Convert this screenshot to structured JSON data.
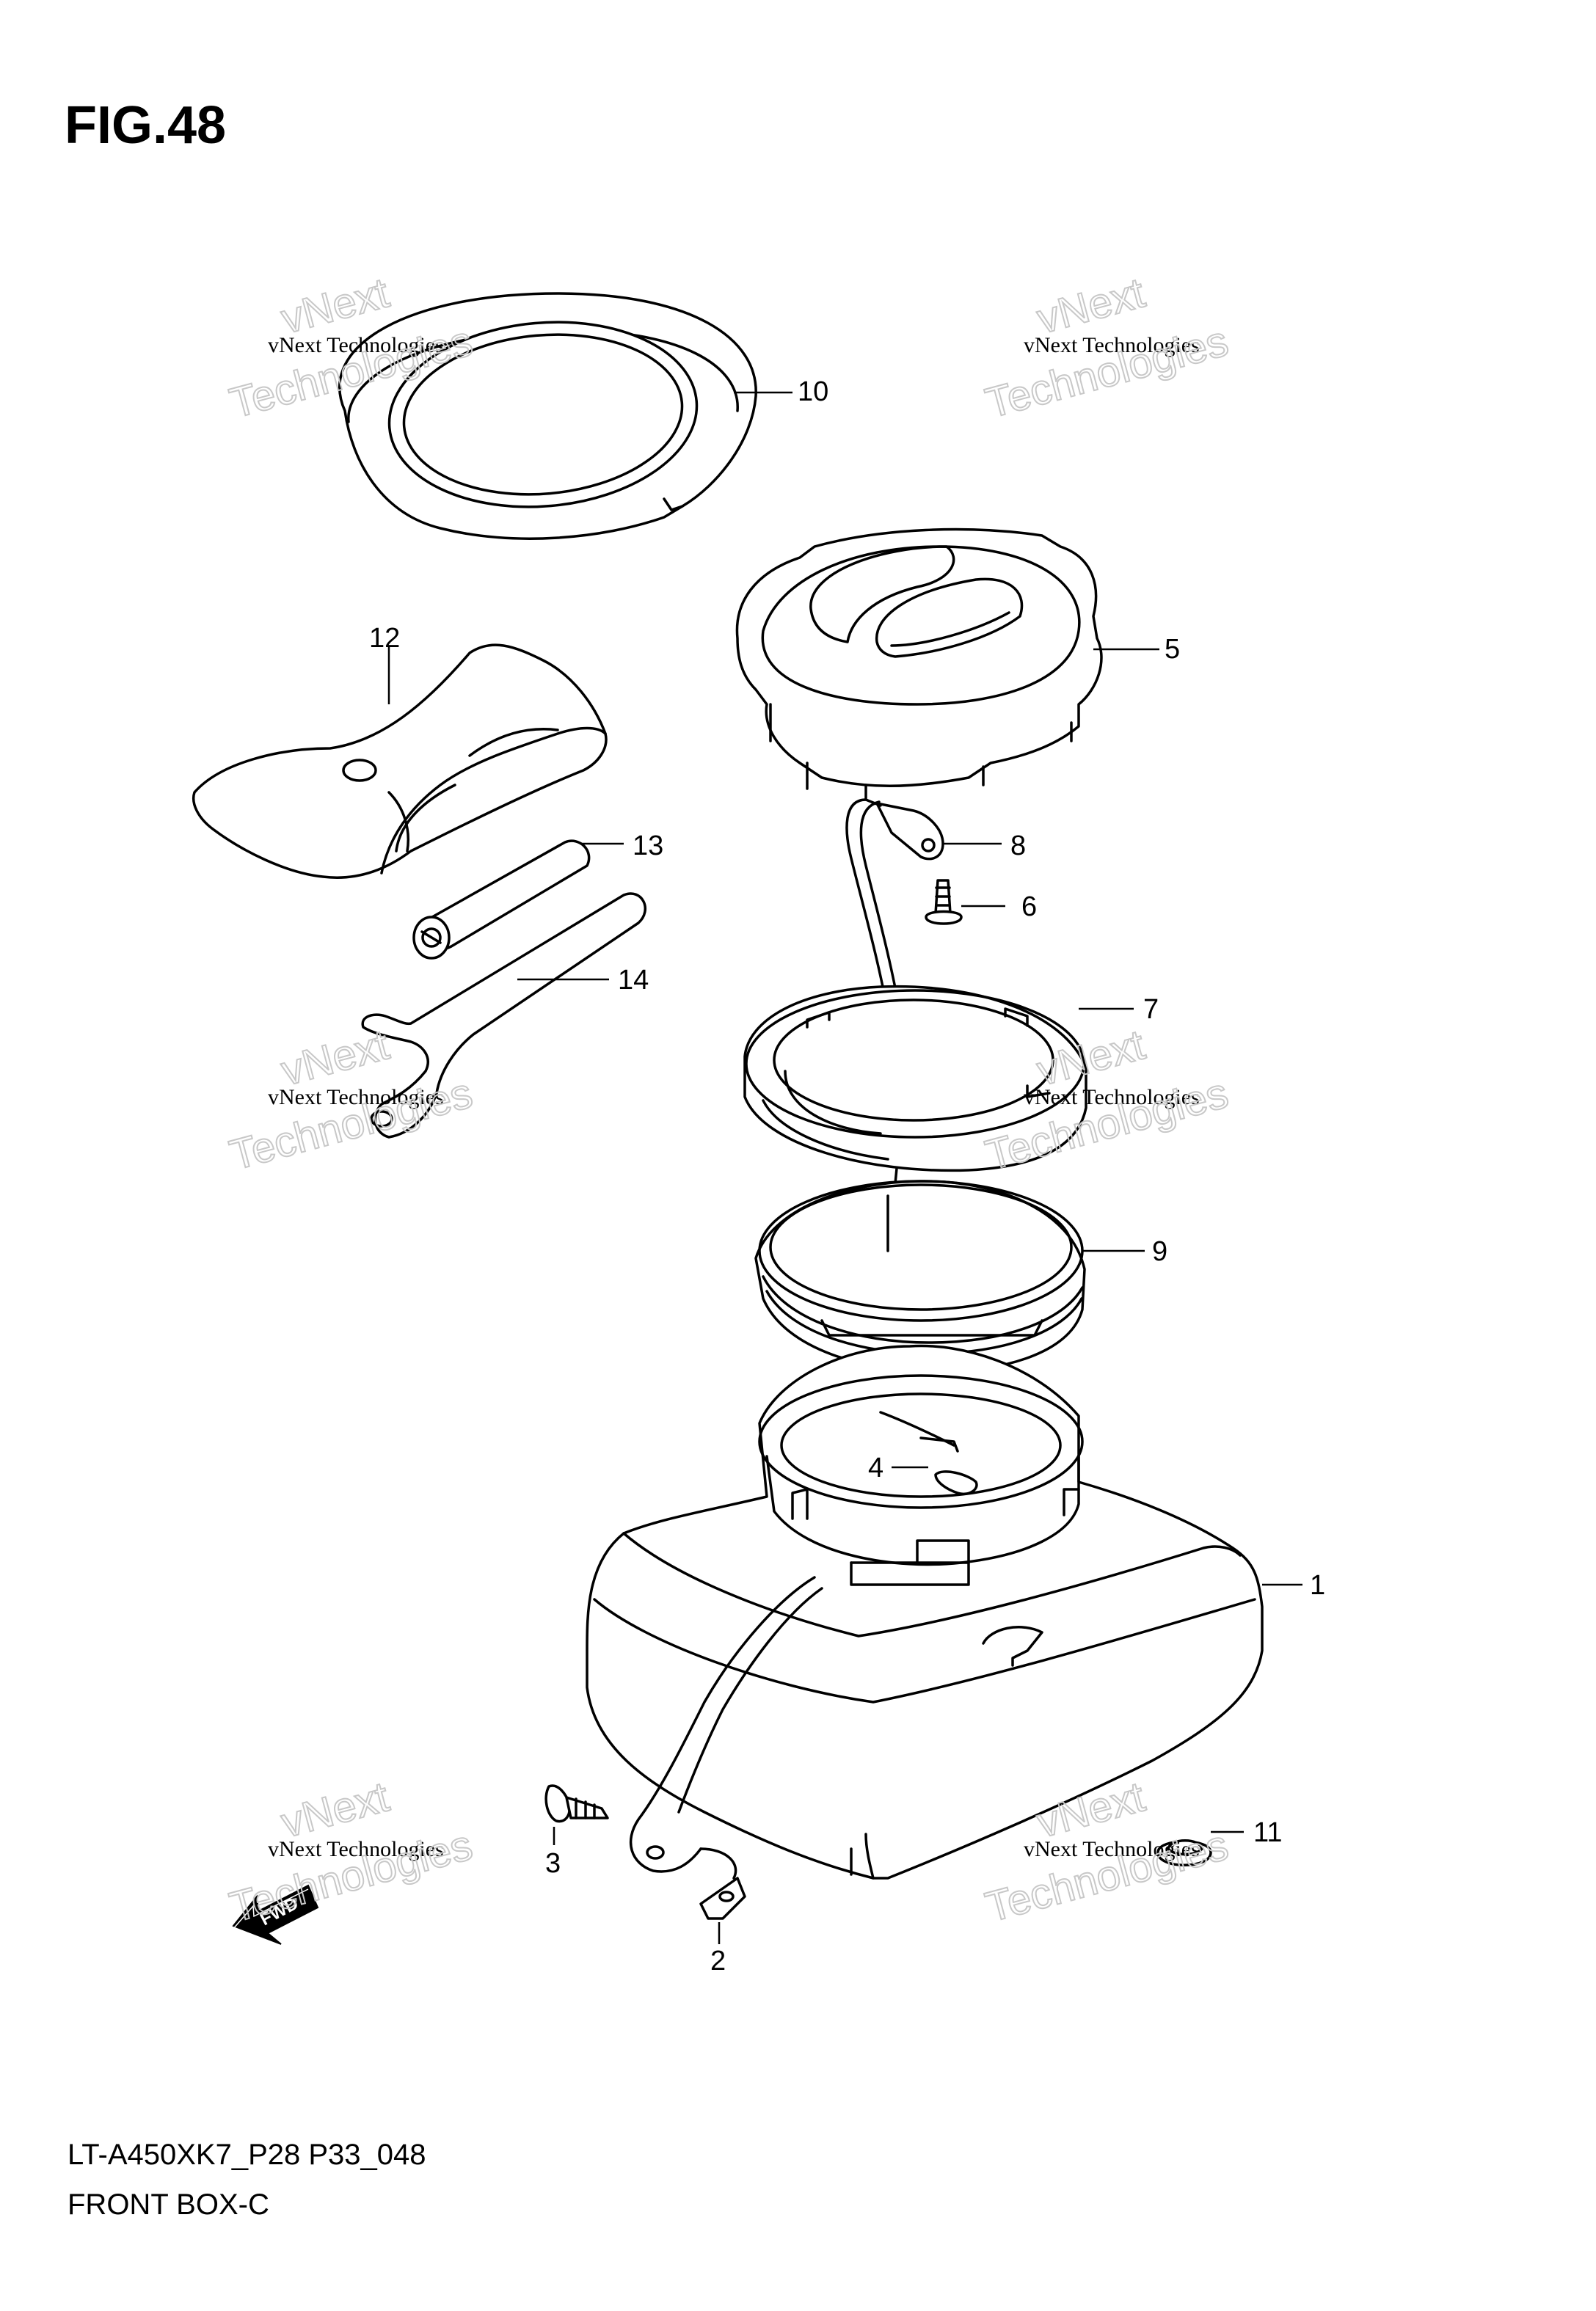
{
  "figure": {
    "title": "FIG.48",
    "model_code": "LT-A450XK7_P28 P33_048",
    "section": "FRONT BOX-C"
  },
  "watermark": {
    "small_text": "vNext Technologies",
    "big_line1": "vNext",
    "big_line2": "Technologies"
  },
  "fwd_label": "FWD",
  "callouts": {
    "c1": "1",
    "c2": "2",
    "c3": "3",
    "c4": "4",
    "c5": "5",
    "c6": "6",
    "c7": "7",
    "c8": "8",
    "c9": "9",
    "c10": "10",
    "c11": "11",
    "c12": "12",
    "c13": "13",
    "c14": "14"
  },
  "icons": {
    "fwd_arrow": "fwd-arrow-icon"
  }
}
